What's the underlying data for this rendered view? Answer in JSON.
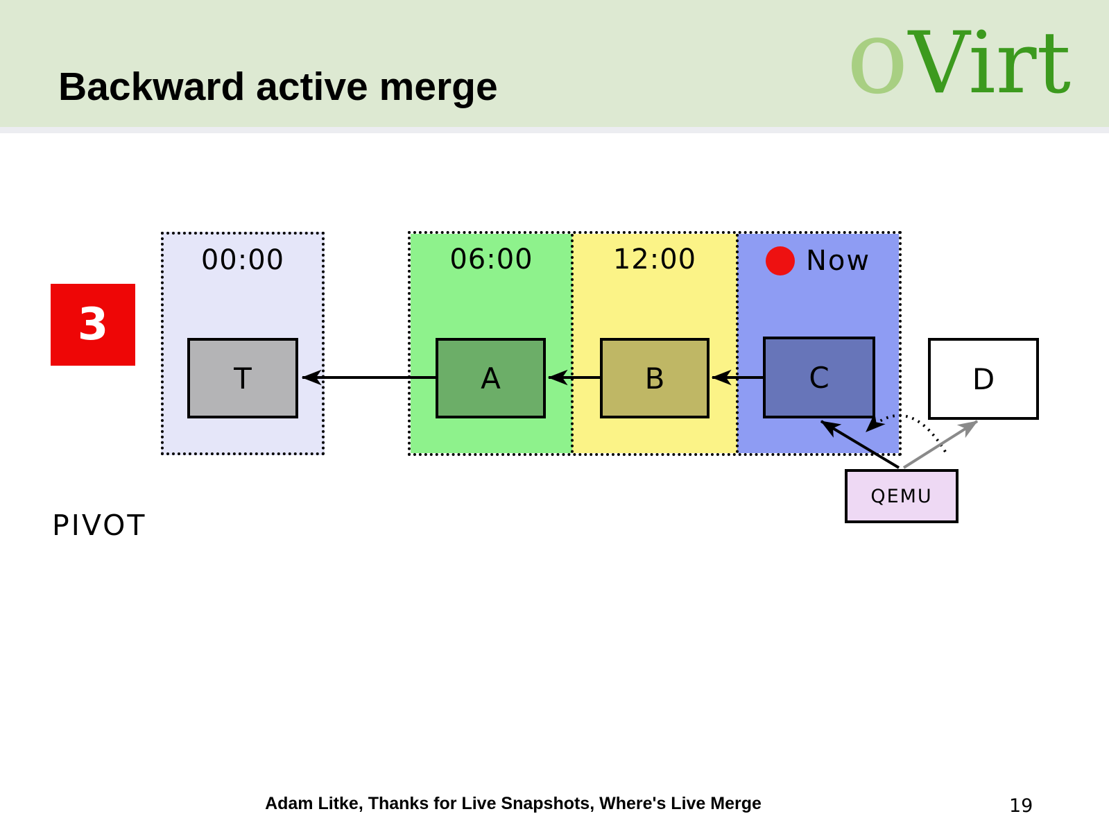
{
  "slide": {
    "title": "Backward active merge",
    "logo_prefix": "o",
    "logo_main": "Virt",
    "step_number": "3",
    "pivot_label": "PIVOT",
    "footer_text": "Adam Litke, Thanks for Live Snapshots, Where's Live Merge",
    "page_number": "19"
  },
  "diagram": {
    "panels": [
      {
        "time": "00:00",
        "box": "T"
      },
      {
        "time": "06:00",
        "box": "A"
      },
      {
        "time": "12:00",
        "box": "B"
      },
      {
        "time": "Now",
        "box": "C",
        "marker": "red-dot"
      }
    ],
    "external_box": "D",
    "qemu_label": "QEMU",
    "arrows": [
      {
        "from": "A",
        "to": "T",
        "style": "solid-black"
      },
      {
        "from": "B",
        "to": "A",
        "style": "solid-black"
      },
      {
        "from": "C",
        "to": "B",
        "style": "solid-black"
      },
      {
        "from": "QEMU",
        "to": "C",
        "style": "solid-black"
      },
      {
        "from": "QEMU",
        "to": "D",
        "style": "solid-gray"
      },
      {
        "from": "D-pointer",
        "to": "C-pointer",
        "style": "dotted-arc-pivot"
      }
    ],
    "colors": {
      "header_band": "#dde9d2",
      "badge_red": "#ee0606",
      "panel_0000_bg": "#e5e6f9",
      "panel_0600_bg": "#8ef28c",
      "panel_1200_bg": "#fbf387",
      "panel_now_bg": "#8e9cf3",
      "box_t": "#b4b4b6",
      "box_a": "#6cae68",
      "box_b": "#bfb765",
      "box_c": "#6775b9",
      "box_d": "#ffffff",
      "qemu_bg": "#eed9f4",
      "now_dot": "#ee1111",
      "gray_arrow": "#8a8a8a",
      "logo_light_green": "#a8cf82",
      "logo_dark_green": "#3c9a1e"
    }
  }
}
